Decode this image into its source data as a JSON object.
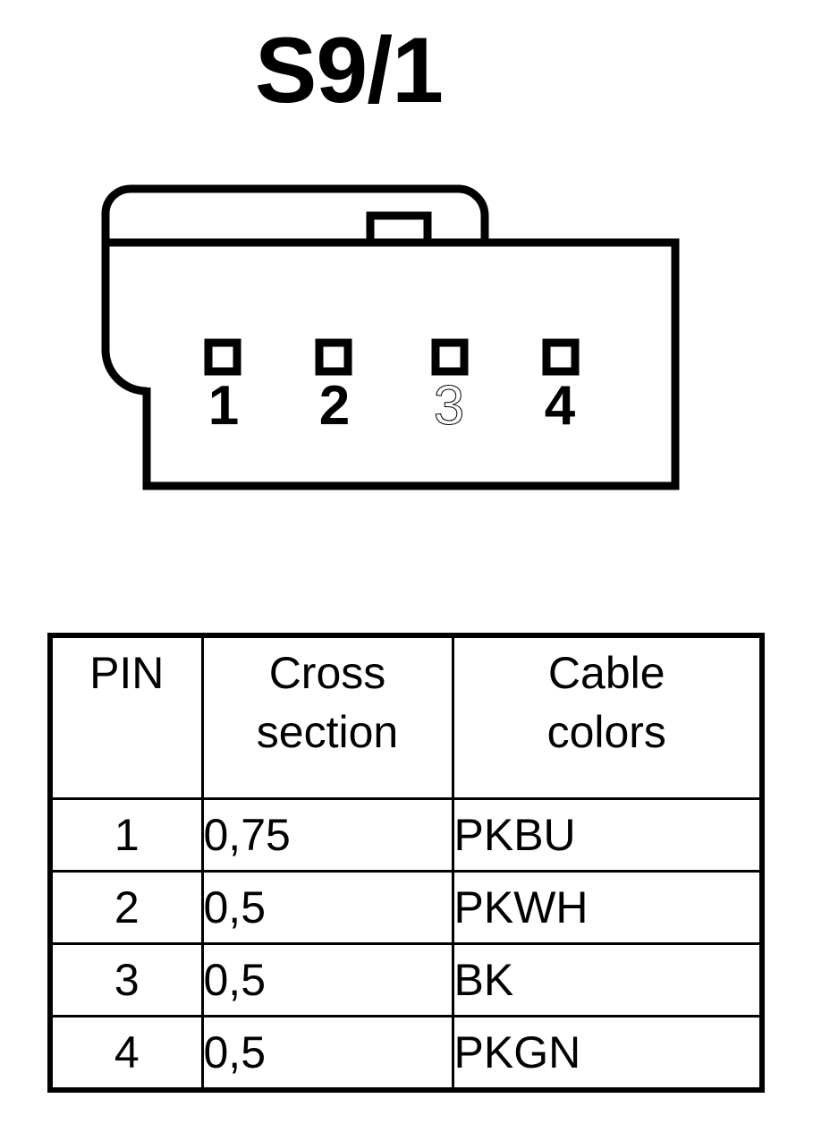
{
  "title": "S9/1",
  "connector": {
    "name": "connector-housing-4-way",
    "pin_count": 4,
    "pins": [
      {
        "number": "1",
        "style": "solid"
      },
      {
        "number": "2",
        "style": "solid"
      },
      {
        "number": "3",
        "style": "outline"
      },
      {
        "number": "4",
        "style": "solid"
      }
    ],
    "features": {
      "latch_tab": "top-center-latch",
      "keying_notch": "left-side-notch",
      "rounded_cap": "top-rounded-cap"
    },
    "stroke_color": "#000000",
    "fill_color": "#ffffff"
  },
  "table": {
    "headers": {
      "pin": "PIN",
      "cross_section_line1": "Cross",
      "cross_section_line2": "section",
      "cable_colors_line1": "Cable",
      "cable_colors_line2": "colors"
    },
    "rows": [
      {
        "pin": "1",
        "cross_section": "0,75",
        "cable_color": "PKBU"
      },
      {
        "pin": "2",
        "cross_section": "0,5",
        "cable_color": "PKWH"
      },
      {
        "pin": "3",
        "cross_section": "0,5",
        "cable_color": "BK"
      },
      {
        "pin": "4",
        "cross_section": "0,5",
        "cable_color": "PKGN"
      }
    ]
  },
  "colors": {
    "ink": "#000000",
    "paper": "#ffffff"
  }
}
